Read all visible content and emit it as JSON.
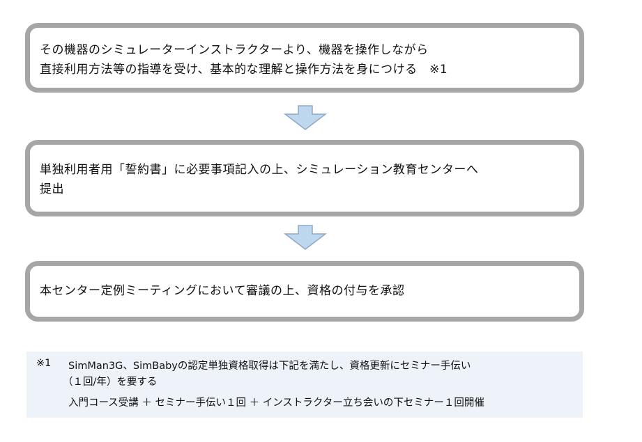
{
  "steps": [
    {
      "lines": [
        "その機器のシミュレーターインストラクターより、機器を操作しながら",
        "直接利用方法等の指導を受け、基本的な理解と操作方法を身につける　※1"
      ]
    },
    {
      "lines": [
        "単独利用者用「誓約書」に必要事項記入の上、シミュレーション教育センターへ",
        "提出"
      ]
    },
    {
      "lines": [
        "本センター定例ミーティングにおいて審議の上、資格の付与を承認"
      ]
    }
  ],
  "note": {
    "mark": "※1",
    "line1": "SimMan3G、SimBabyの認定単独資格取得は下記を満たし、資格更新にセミナー手伝い",
    "line2": "（１回/年）を要する",
    "line3": "入門コース受講 ＋ セミナー手伝い１回 ＋ インストラクター立ち会いの下セミナー１回開催"
  },
  "colors": {
    "border": "#a6a6a6",
    "arrow_fill": "#bdd7ee",
    "arrow_stroke": "#8fa9c4",
    "note_bg": "#eef3fa"
  }
}
